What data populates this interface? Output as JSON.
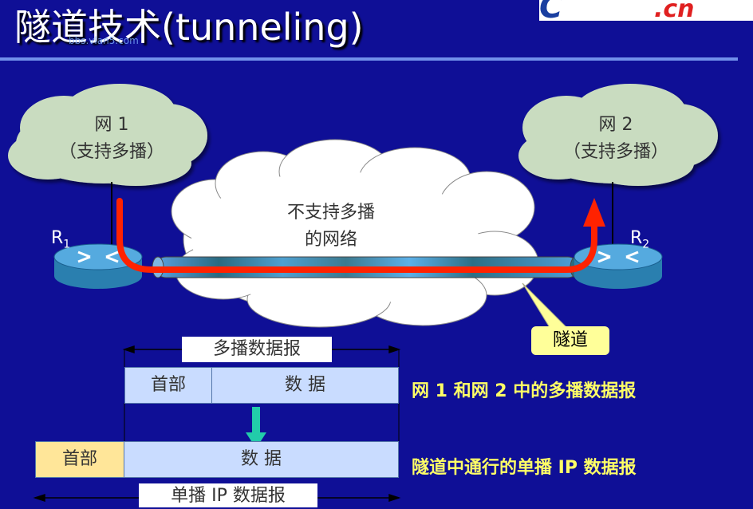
{
  "title": "隧道技术(tunneling)",
  "watermark": {
    "url": "bbs.vlan5.com"
  },
  "logo": {
    "text": ".cn"
  },
  "clouds": {
    "net1": {
      "line1": "网 1",
      "line2": "（支持多播）"
    },
    "net2": {
      "line1": "网 2",
      "line2": "（支持多播）"
    },
    "middle": {
      "line1": "不支持多播",
      "line2": "的网络"
    }
  },
  "routers": {
    "r1": {
      "base": "R",
      "sub": "1"
    },
    "r2": {
      "base": "R",
      "sub": "2"
    }
  },
  "tunnel_label": "隧道",
  "packets": {
    "multicast_span_label": "多播数据报",
    "multicast_header": "首部",
    "multicast_data": "数  据",
    "multicast_desc": "网 1 和网 2 中的多播数据报",
    "unicast_header": "首部",
    "unicast_data": "数    据",
    "unicast_desc": "隧道中通行的单播 IP 数据报",
    "unicast_span_label": "单播 IP 数据报"
  },
  "colors": {
    "background": "#0f0f96",
    "cloud": "#c9dcc0",
    "arrow": "#ff2200",
    "tunnel_callout": "#ffff99",
    "desc_text": "#ffff66"
  }
}
